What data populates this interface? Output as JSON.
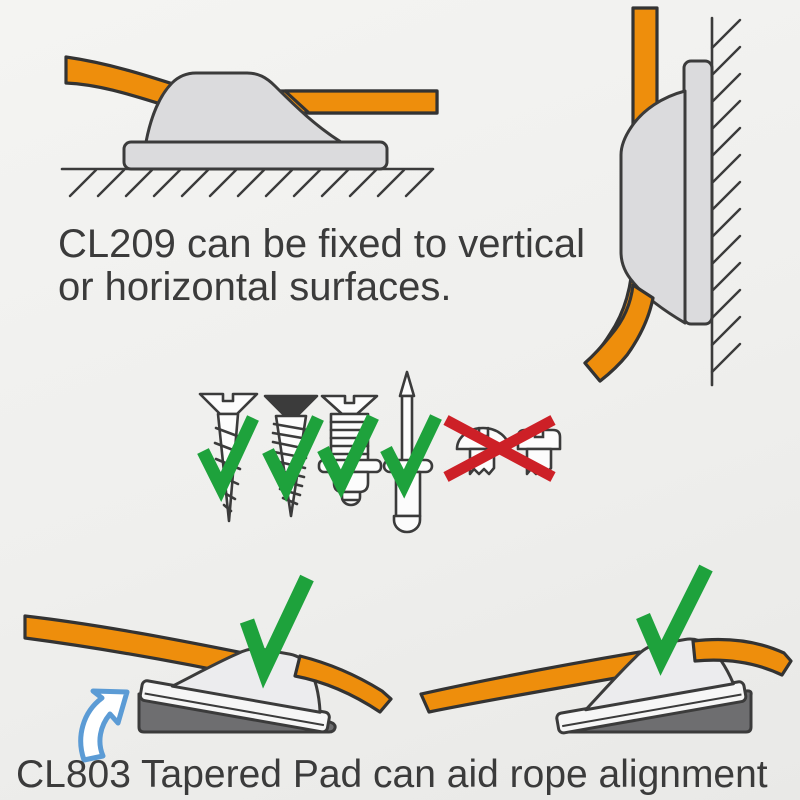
{
  "captions": {
    "mount_line1": "CL209 can be fixed to vertical",
    "mount_line2": "or horizontal surfaces.",
    "pad_note": "CL803 Tapered Pad can aid rope alignment"
  },
  "products": {
    "cleat_code": "CL209",
    "pad_code": "CL803",
    "pad_name": "Tapered Pad"
  },
  "diagrams": {
    "top_left": "cleat fixed to horizontal surface with rope",
    "top_right": "cleat fixed to vertical surface with rope",
    "fastener_row": "approved and rejected fastener types",
    "bottom_left": "cleat on tapered pad, rope angled down",
    "bottom_right": "cleat on tapered pad, rope angled up"
  },
  "fasteners": {
    "approved": [
      "countersunk wood screw",
      "countersunk self-tapping screw",
      "countersunk machine screw with nut",
      "pop rivet"
    ],
    "rejected": [
      "round-head screw",
      "pan-head screw"
    ]
  },
  "icons": {
    "approved_mark": "green checkmark",
    "rejected_mark": "red cross",
    "pad_pointer": "blue curved arrow"
  },
  "colors": {
    "rope": "#EE8E0C",
    "cleat": "#DBDBDD",
    "pad": "#6E6E70",
    "check_green": "#1EA23C",
    "cross_red": "#CD2027",
    "arrow_blue": "#5B9BD5",
    "outline": "#3B3B3B",
    "background": "#EFEFED",
    "text": "#3B3B3B"
  }
}
